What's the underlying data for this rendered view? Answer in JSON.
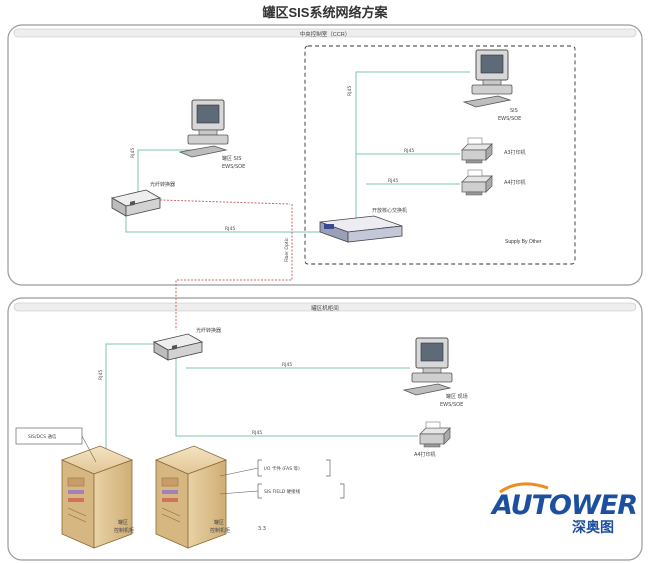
{
  "title": "罐区SIS系统网络方案",
  "top_section": {
    "title": "中央控制室（CCR）",
    "supply_note": "Supply By Other"
  },
  "bottom_section": {
    "title": "罐区机柜间"
  },
  "devices": {
    "ccr_station": "罐区 SIS\nEWS/SOE",
    "ccr_fiber_switch": "光纤转换器",
    "core_switch": "开放核心交换机",
    "sis_station": "SIS\nEWS/SOE",
    "printer_a3": "A3打印机",
    "printer_a4_top": "A4打印机",
    "field_fiber_switch": "光纤转换器",
    "field_station": "罐区 现场\nEWS/SOE",
    "printer_a4_bottom": "A4打印机",
    "cabinet_1": "罐区\n控制机柜",
    "cabinet_2": "罐区\n控制机柜",
    "cabinet_2_note": "3.3"
  },
  "links": {
    "rj45_1": "RJ45",
    "rj45_2": "RJ45",
    "rj45_3": "RJ45",
    "rj45_4": "RJ45",
    "rj45_5": "RJ45",
    "rj45_6": "RJ45",
    "rj45_7": "RJ45",
    "rj45_8": "RJ45",
    "fiber": "Fiber Optic"
  },
  "callouts": {
    "cabinet_1_box": "SIS/DCS 通信",
    "cabinet_2_box_1": "I/O 卡件 (FAS 等)",
    "cabinet_2_box_2": "SIS FIELD 硬接线"
  },
  "logo": {
    "brand": "AUTOWER",
    "chinese": "深奥图"
  },
  "colors": {
    "ethernet": "#7fc4b0",
    "fiber": "#cc6666",
    "logo_blue": "#1c4fa0",
    "logo_orange": "#f28a1e"
  }
}
